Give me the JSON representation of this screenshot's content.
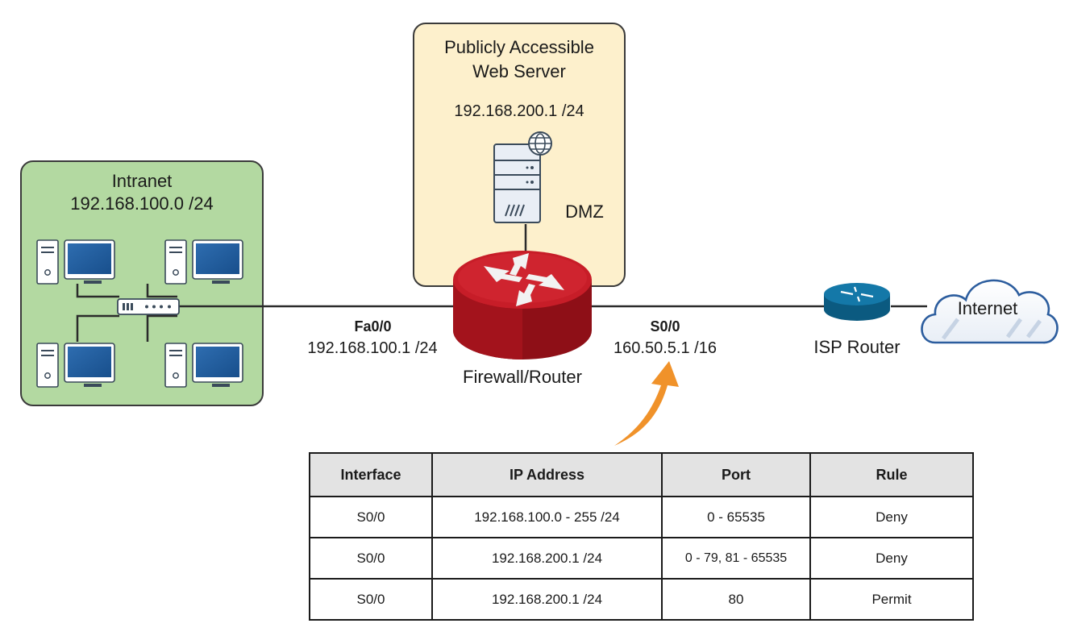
{
  "intranet": {
    "title": "Intranet",
    "subnet": "192.168.100.0 /24"
  },
  "dmz": {
    "title_line1": "Publicly Accessible",
    "title_line2": "Web Server",
    "ip": "192.168.200.1 /24",
    "zone_label": "DMZ"
  },
  "firewall": {
    "label": "Firewall/Router",
    "fa_iface": "Fa0/0",
    "fa_ip": "192.168.100.1 /24",
    "s_iface": "S0/0",
    "s_ip": "160.50.5.1 /16"
  },
  "isp_router": {
    "label": "ISP Router"
  },
  "internet": {
    "label": "Internet"
  },
  "colors": {
    "intranet_fill": "#b3d9a1",
    "dmz_fill": "#fdf0cc",
    "firewall_red": "#b2141e",
    "isp_blue": "#0f6e9a",
    "cloud_stroke": "#2c5d9e",
    "arrow_orange": "#f0922a"
  },
  "acl_table": {
    "headers": [
      "Interface",
      "IP Address",
      "Port",
      "Rule"
    ],
    "rows": [
      [
        "S0/0",
        "192.168.100.0 - 255 /24",
        "0 - 65535",
        "Deny"
      ],
      [
        "S0/0",
        "192.168.200.1 /24",
        "0 - 79, 81 - 65535",
        "Deny"
      ],
      [
        "S0/0",
        "192.168.200.1 /24",
        "80",
        "Permit"
      ]
    ]
  }
}
